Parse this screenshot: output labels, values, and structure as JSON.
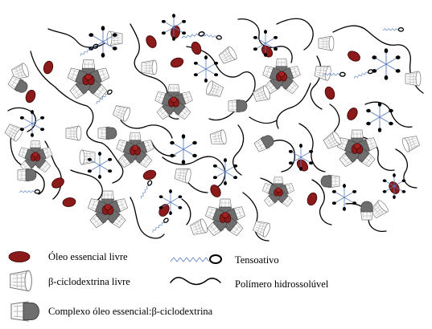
{
  "legend": {
    "items": [
      {
        "id": "free-oil",
        "label": "Óleo essencial livre",
        "icon": "oil-droplet-icon"
      },
      {
        "id": "free-cd",
        "label": "β-ciclodextrina livre",
        "icon": "cyclodextrin-icon"
      },
      {
        "id": "complex",
        "label": "Complexo óleo essencial:β-ciclodextrina",
        "icon": "inclusion-complex-icon"
      },
      {
        "id": "surfactant",
        "label": "Tensoativo",
        "icon": "surfactant-icon"
      },
      {
        "id": "polymer",
        "label": "Polímero hidrossolúvel",
        "icon": "polymer-chain-icon"
      }
    ]
  },
  "colors": {
    "oil": "#8b1a1a",
    "oil_dark": "#5a0a0a",
    "surfactant_tail": "#6a8fc8",
    "complex_gray": "#6e6e6e",
    "line": "#000000"
  }
}
